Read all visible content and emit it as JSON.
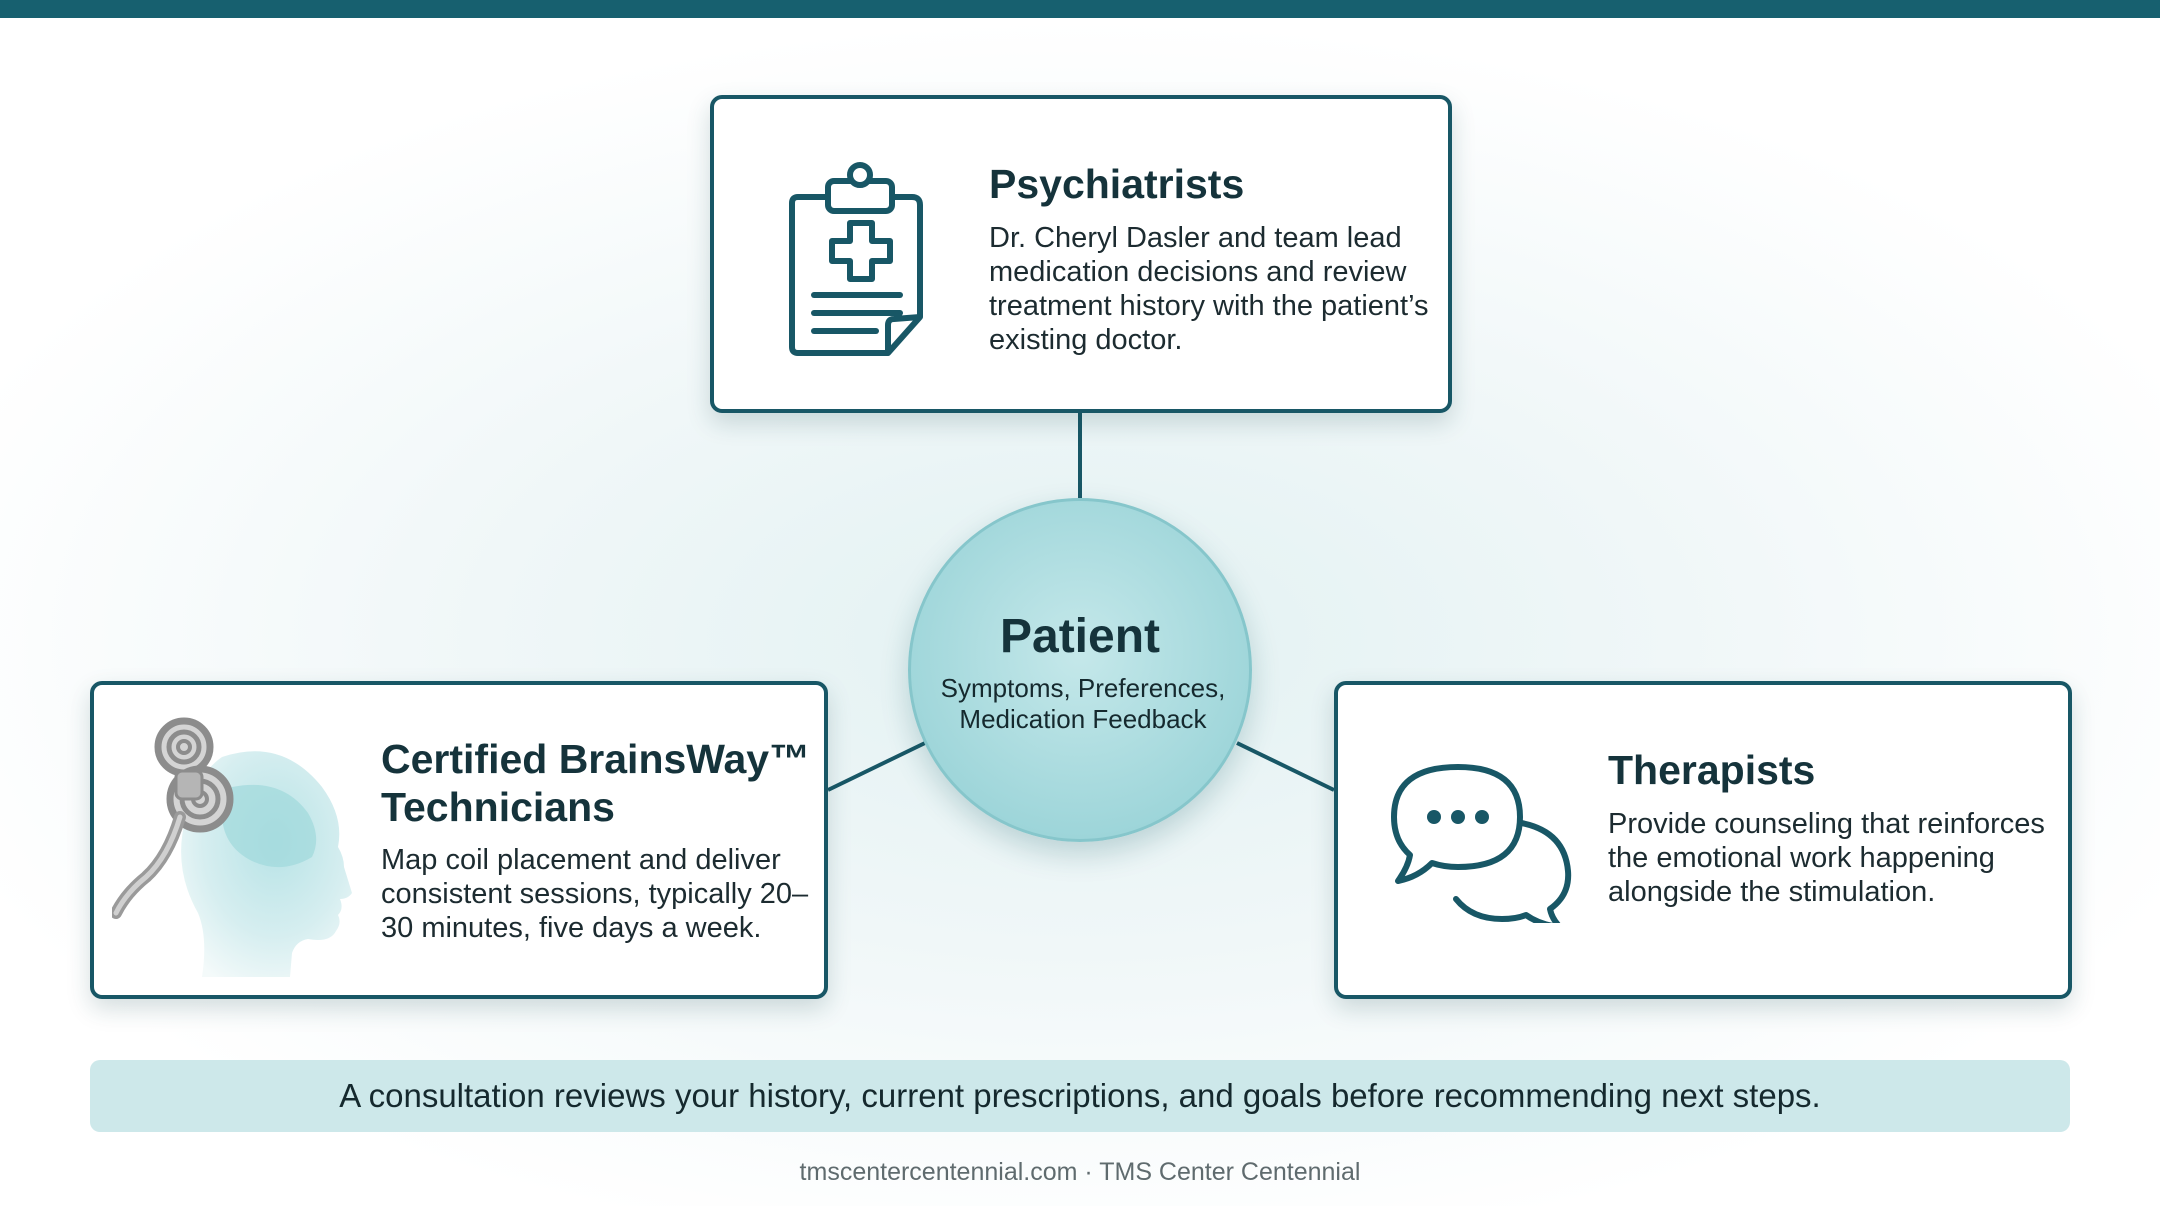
{
  "colors": {
    "accent": "#17606f",
    "card_border": "#185766",
    "hub_fill": "#9fd6da",
    "banner_fill": "#cde8ea"
  },
  "psychiatrists": {
    "title": "Psychiatrists",
    "body": "Dr. Cheryl Dasler and team lead medication decisions and review treatment history with the patient’s existing doctor.",
    "icon": "clipboard-medical-icon"
  },
  "patient": {
    "title": "Patient",
    "subtitle": "Symptoms, Preferences, Medication Feedback"
  },
  "technicians": {
    "title": "Certified BrainsWay™ Technicians",
    "body": "Map coil placement and deliver consistent sessions, typically 20–30 minutes, five days a week.",
    "icon": "tms-coil-head-icon"
  },
  "therapists": {
    "title": "Therapists",
    "body": "Provide counseling that reinforces the emotional work happening alongside the stimulation.",
    "icon": "chat-bubbles-icon"
  },
  "banner": {
    "text": "A consultation reviews your history, current prescriptions, and goals before recommending next steps."
  },
  "footer": {
    "text": "tmscentercentennial.com · TMS Center Centennial"
  }
}
